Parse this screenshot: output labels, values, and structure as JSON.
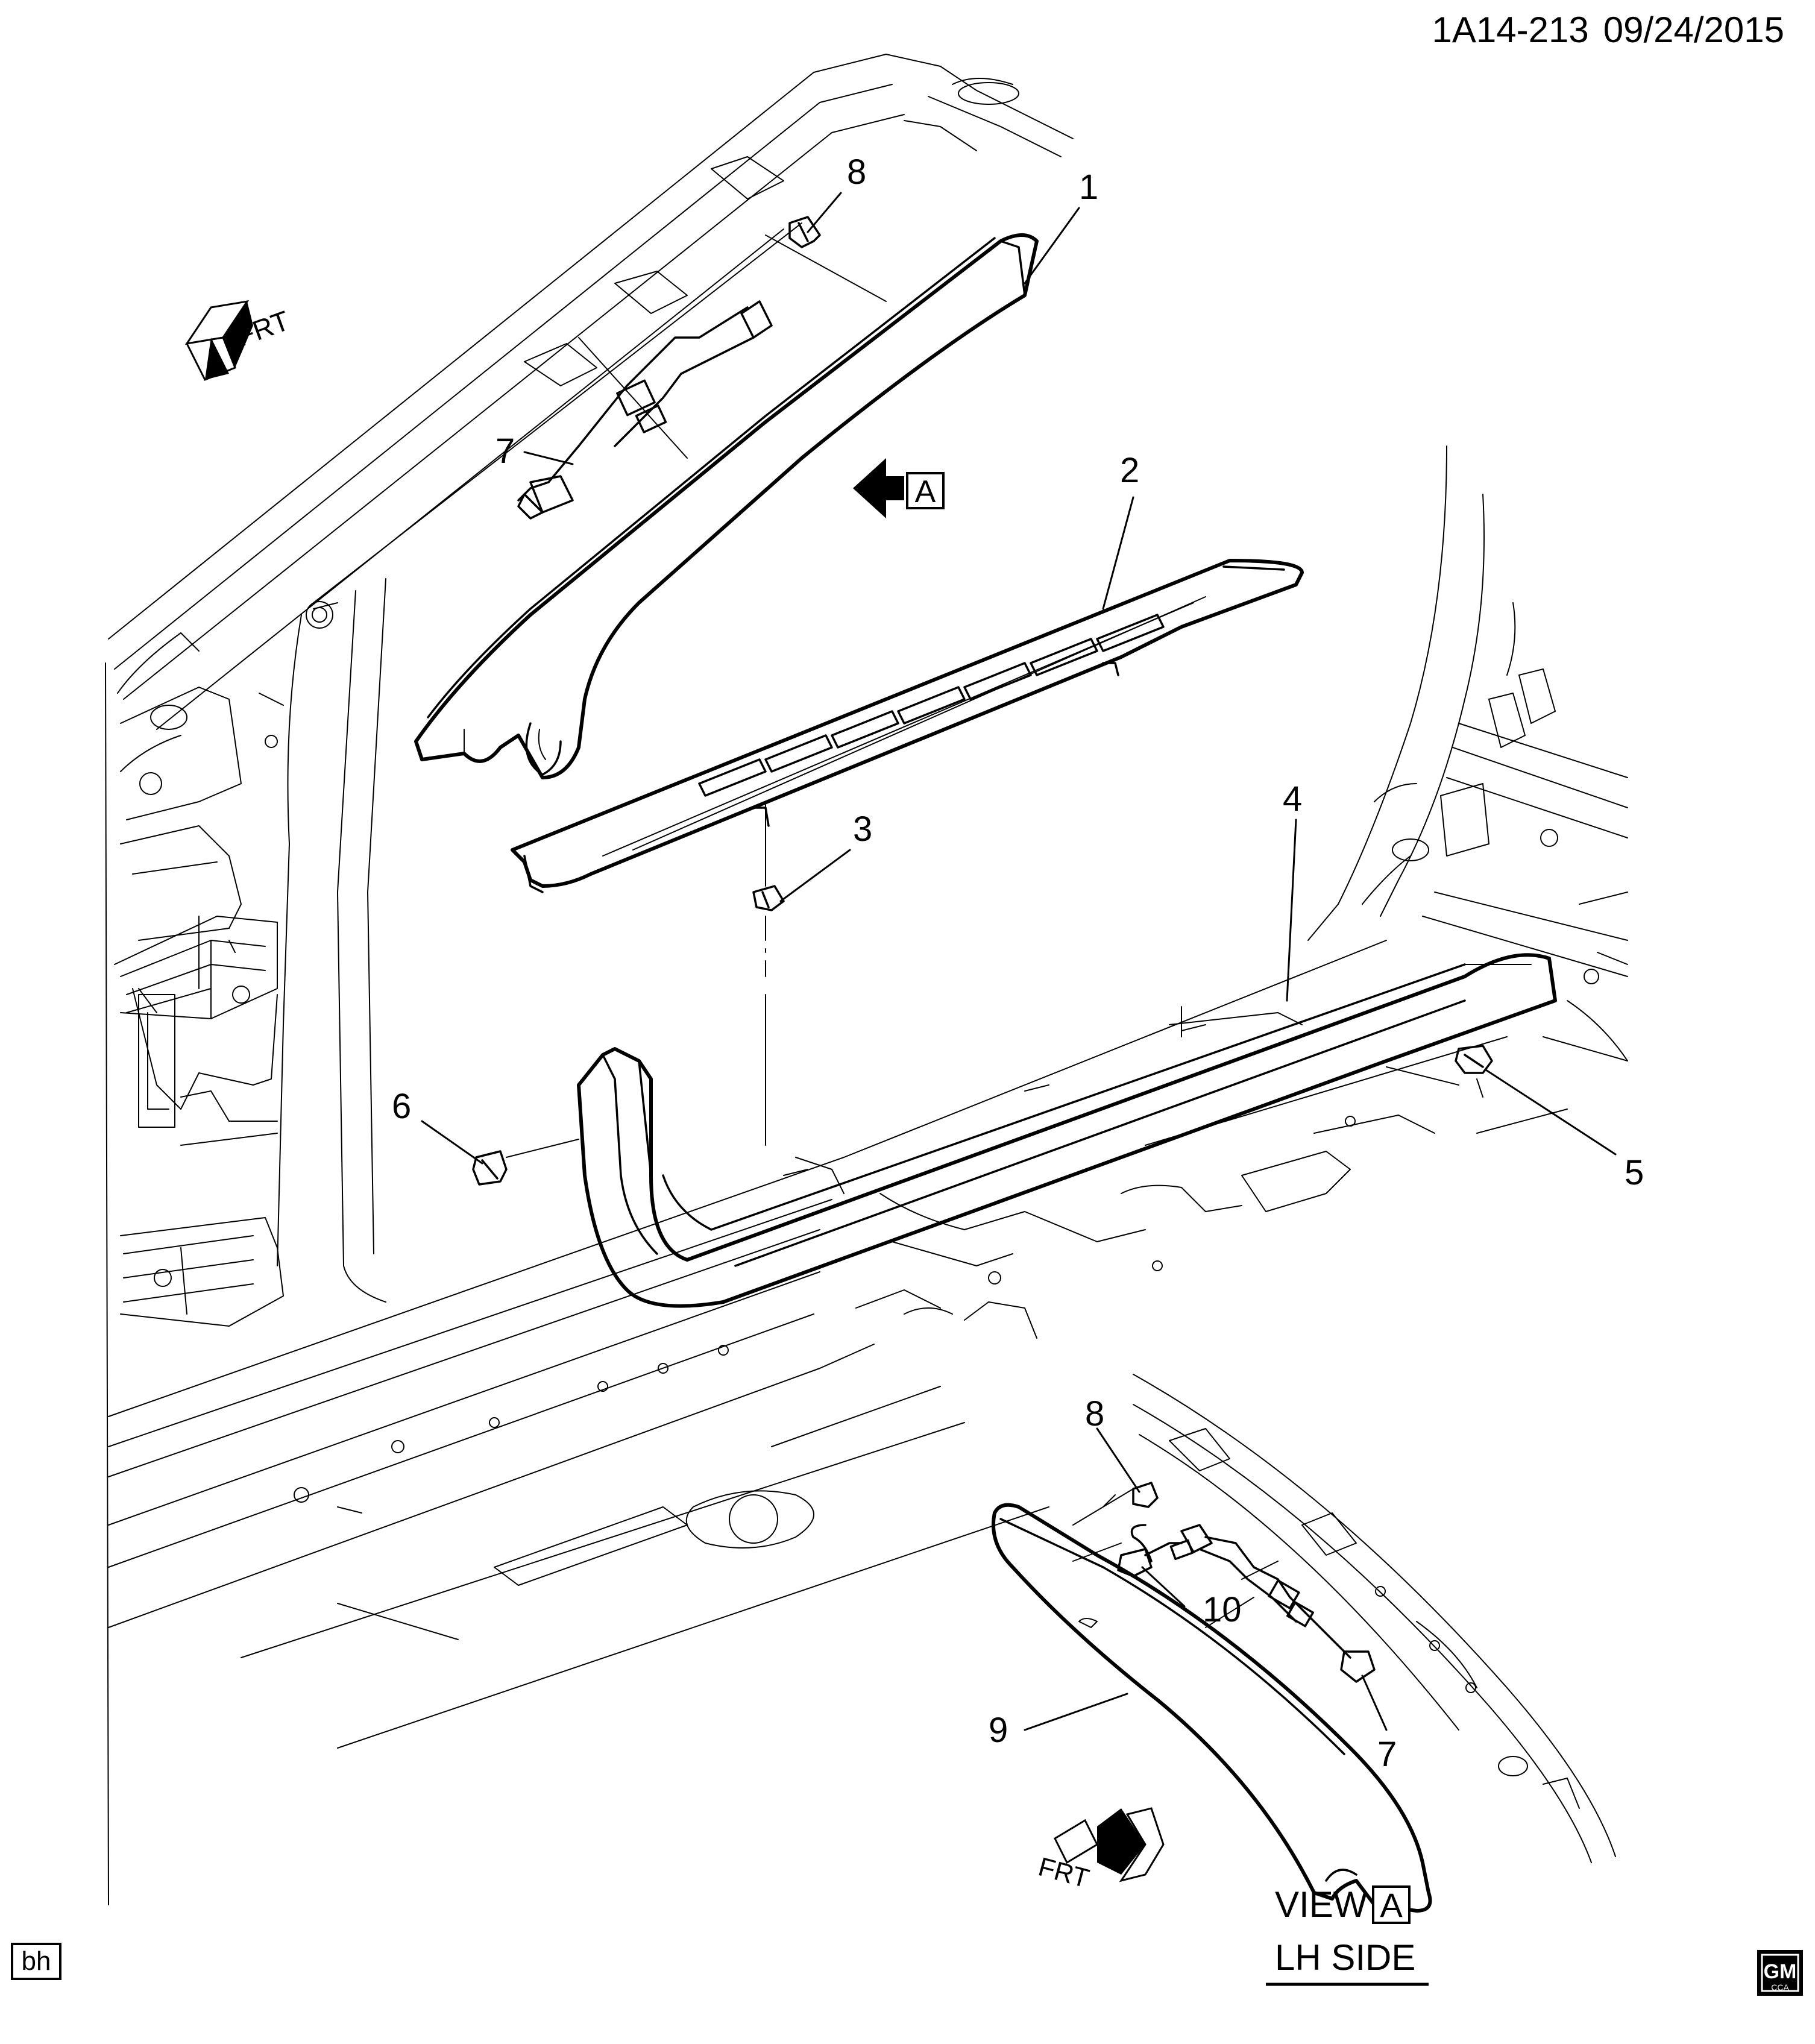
{
  "header": {
    "drawing_id": "1A14-213",
    "date": "09/24/2015"
  },
  "callouts": {
    "c1": "1",
    "c2": "2",
    "c3": "3",
    "c4": "4",
    "c5": "5",
    "c6": "6",
    "c7": "7",
    "c8": "8",
    "c8b": "8",
    "c7b": "7",
    "c9": "9",
    "c10": "10"
  },
  "arrows": {
    "frt_top": "FRT",
    "frt_bottom": "FRT",
    "view_arrow_letter": "A"
  },
  "view_label": {
    "prefix": "VIEW",
    "letter": "A",
    "side": "LH SIDE"
  },
  "footer": {
    "initials": "bh",
    "logo_text": "GM",
    "logo_sub": "CCA"
  }
}
